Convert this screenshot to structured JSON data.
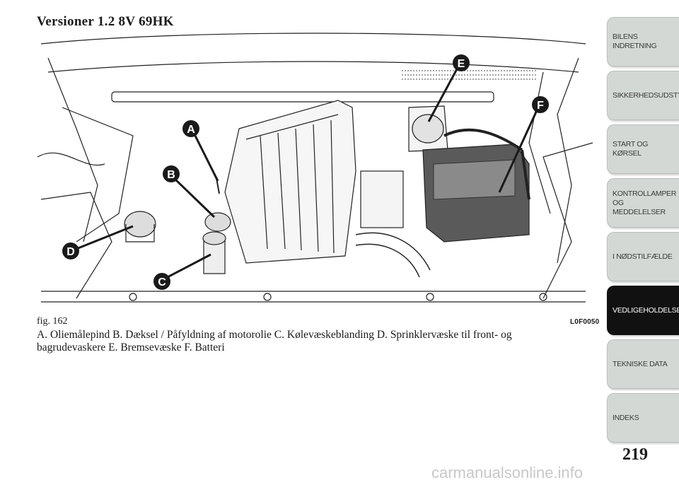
{
  "heading": "Versioner 1.2 8V 69HK",
  "figure": {
    "number": "fig. 162",
    "code": "L0F0050",
    "callouts": [
      "A",
      "B",
      "C",
      "D",
      "E",
      "F"
    ]
  },
  "caption": "A. Oliemålepind B. Dæksel / Påfyldning af motorolie C. Kølevæskeblanding D. Sprinklervæske til front- og bagrudevaskere E. Bremsevæske F. Batteri",
  "sidebar": {
    "tabs": [
      {
        "lines": [
          "BILENS",
          "INDRETNING"
        ],
        "active": false
      },
      {
        "lines": [
          "SIKKERHEDSUDSTYR"
        ],
        "active": false
      },
      {
        "lines": [
          "START OG KØRSEL"
        ],
        "active": false
      },
      {
        "lines": [
          "KONTROLLAMPER",
          "OG MEDDELELSER"
        ],
        "active": false
      },
      {
        "lines": [
          "I NØDSTILFÆLDE"
        ],
        "active": false
      },
      {
        "lines": [
          "VEDLIGEHOLDELSE"
        ],
        "active": true
      },
      {
        "lines": [
          "TEKNISKE DATA"
        ],
        "active": false
      },
      {
        "lines": [
          "INDEKS"
        ],
        "active": false
      }
    ]
  },
  "page_number": "219",
  "watermark": "carmanualsonline.info",
  "colors": {
    "callout": "#1a1a1a",
    "tab": "#d3d8d4",
    "tab_active": "#111111",
    "battery": "#5a5a5a"
  }
}
